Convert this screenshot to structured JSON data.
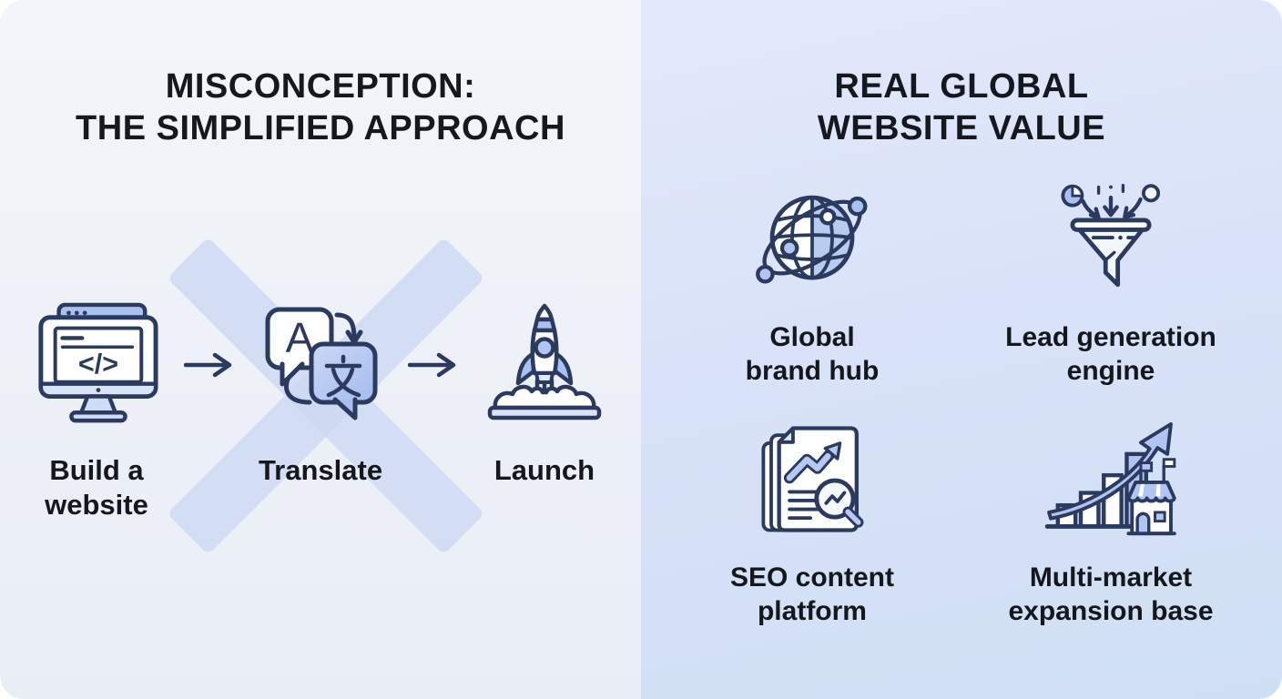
{
  "infographic": {
    "left_panel": {
      "title_line1": "MISCONCEPTION:",
      "title_line2": "THE SIMPLIFIED APPROACH",
      "crossed_out": true,
      "steps": [
        {
          "label": "Build a\nwebsite",
          "icon": "code-monitor-icon"
        },
        {
          "label": "Translate",
          "icon": "translate-bubbles-icon"
        },
        {
          "label": "Launch",
          "icon": "rocket-launch-icon"
        }
      ],
      "connector": {
        "icon": "right-arrow-icon"
      }
    },
    "right_panel": {
      "title_line1": "REAL GLOBAL",
      "title_line2": "WEBSITE VALUE",
      "values": [
        {
          "label": "Global\nbrand hub",
          "icon": "globe-network-icon"
        },
        {
          "label": "Lead generation\nengine",
          "icon": "lead-funnel-icon"
        },
        {
          "label": "SEO content\nplatform",
          "icon": "seo-documents-icon"
        },
        {
          "label": "Multi-market\nexpansion base",
          "icon": "growth-chart-store-icon"
        }
      ]
    },
    "colors": {
      "text": "#15181f",
      "outline_navy": "#2b3a5e",
      "icon_blue": "#b0c5f1",
      "icon_blue_light": "#dce6f9",
      "cross_blue": "#cdd8f2",
      "left_background": "#eef2f8",
      "right_background_top": "#e3e9fb",
      "right_background_bottom": "#cfdff3"
    }
  }
}
